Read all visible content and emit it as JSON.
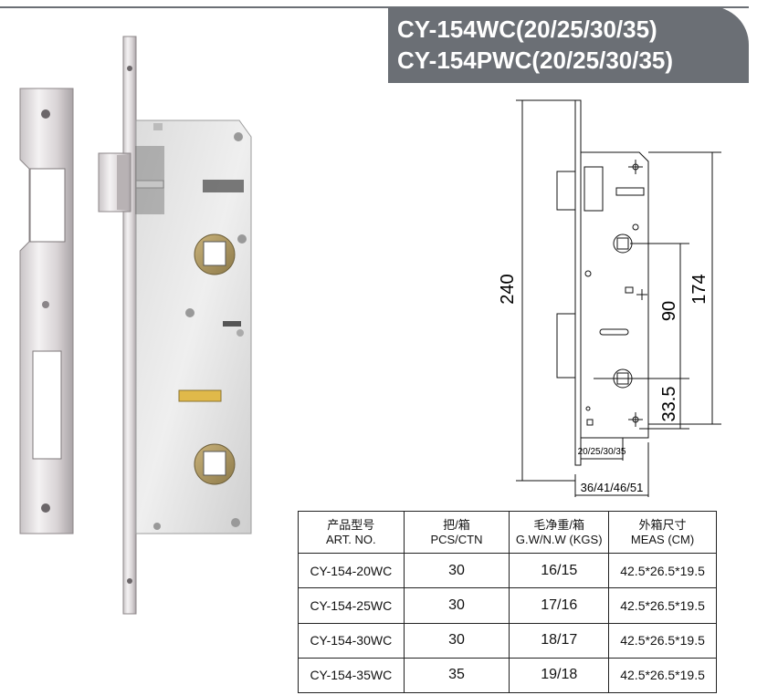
{
  "header": {
    "title_line1": "CY-154WC(20/25/30/35)",
    "title_line2": "CY-154PWC(20/25/30/35)"
  },
  "drawing": {
    "dim_total_height": "240",
    "dim_174": "174",
    "dim_90": "90",
    "dim_33_5": "33.5",
    "dim_backset": "20/25/30/35",
    "dim_width": "36/41/46/51"
  },
  "table": {
    "headers": [
      {
        "cn": "产品型号",
        "en": "ART. NO."
      },
      {
        "cn": "把/箱",
        "en": "PCS/CTN"
      },
      {
        "cn": "毛净重/箱",
        "en": "G.W/N.W (KGS)"
      },
      {
        "cn": "外箱尺寸",
        "en": "MEAS (CM)"
      }
    ],
    "rows": [
      {
        "art": "CY-154-20WC",
        "pcs": "30",
        "weight": "16/15",
        "meas": "42.5*26.5*19.5"
      },
      {
        "art": "CY-154-25WC",
        "pcs": "30",
        "weight": "17/16",
        "meas": "42.5*26.5*19.5"
      },
      {
        "art": "CY-154-30WC",
        "pcs": "30",
        "weight": "18/17",
        "meas": "42.5*26.5*19.5"
      },
      {
        "art": "CY-154-35WC",
        "pcs": "35",
        "weight": "19/18",
        "meas": "42.5*26.5*19.5"
      }
    ]
  }
}
